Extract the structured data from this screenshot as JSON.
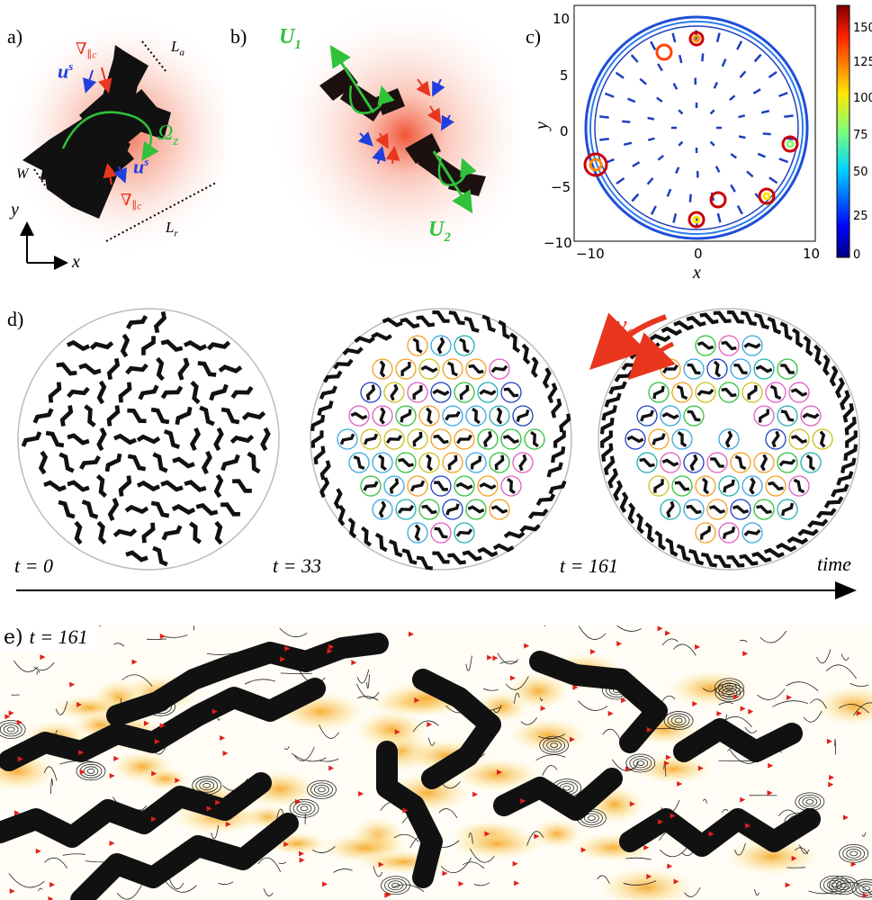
{
  "panels": {
    "a": {
      "label": "a)",
      "grad_top": "∇",
      "grad_top_sub": "∥c",
      "grad_bottom": "∇",
      "grad_bottom_sub": "∥c",
      "u_top": "u",
      "u_top_sup": "s",
      "u_bottom": "u",
      "u_bottom_sup": "s",
      "omega": "Ω",
      "omega_sub": "z",
      "La": "L",
      "La_sub": "a",
      "Lr": "L",
      "Lr_sub": "r",
      "W": "W",
      "axis_y": "y",
      "axis_x": "x"
    },
    "b": {
      "label": "b)",
      "U1": "U",
      "U1_sub": "1",
      "U2": "U",
      "U2_sub": "2"
    },
    "c": {
      "label": "c)",
      "xlabel": "x",
      "ylabel": "y",
      "xticks": [
        "−10",
        "0",
        "10"
      ],
      "yticks": [
        "10",
        "5",
        "0",
        "−5",
        "−10"
      ],
      "colorbar_ticks": [
        "150",
        "125",
        "100",
        "75",
        "50",
        "25",
        "0"
      ]
    },
    "d": {
      "label": "d)",
      "snap1": "t = 0",
      "snap2": "t = 33",
      "snap3": "t = 161",
      "v_theta": "v",
      "v_theta_sub": "θ",
      "time": "time"
    },
    "e": {
      "label": "e)",
      "t": "t = 161"
    }
  },
  "colors": {
    "particle": "#111111",
    "gradient": "#e8361f",
    "slip": "#1f3fe0",
    "rotation": "#2fc23a",
    "halo": "#f7a58e"
  }
}
